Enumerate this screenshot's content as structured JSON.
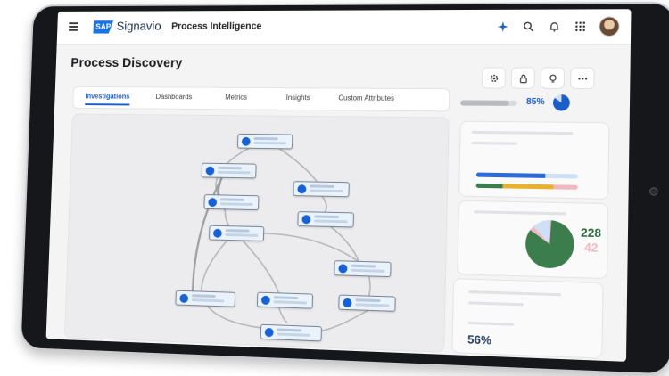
{
  "header": {
    "brand_logo": "SAP",
    "brand_name": "Signavio",
    "product_name": "Process Intelligence",
    "icons": [
      "menu-icon",
      "sparkle-icon",
      "search-icon",
      "bell-icon",
      "grid-icon",
      "avatar"
    ]
  },
  "page": {
    "title": "Process Discovery",
    "actions": [
      "settings-icon",
      "lock-icon",
      "lightbulb-icon",
      "more-icon"
    ]
  },
  "tabs": [
    {
      "label": "Investigations",
      "active": true
    },
    {
      "label": "Dashboards",
      "active": false
    },
    {
      "label": "Metrics",
      "active": false
    },
    {
      "label": "Insights",
      "active": false
    },
    {
      "label": "Custom Attributes",
      "active": false
    }
  ],
  "progress": {
    "percent_label": "85%",
    "value": 0.85
  },
  "donut": {
    "main_value": "228",
    "secondary_value": "42",
    "main_fraction": 0.84
  },
  "summary": {
    "percent_label": "56%"
  },
  "colors": {
    "accent": "#1b5ec9",
    "green": "#3c7d4e",
    "pink": "#f2b8c2",
    "yellow": "#e8b22c",
    "light_blue": "#cde2f6",
    "node_dot": "#1860d6"
  }
}
